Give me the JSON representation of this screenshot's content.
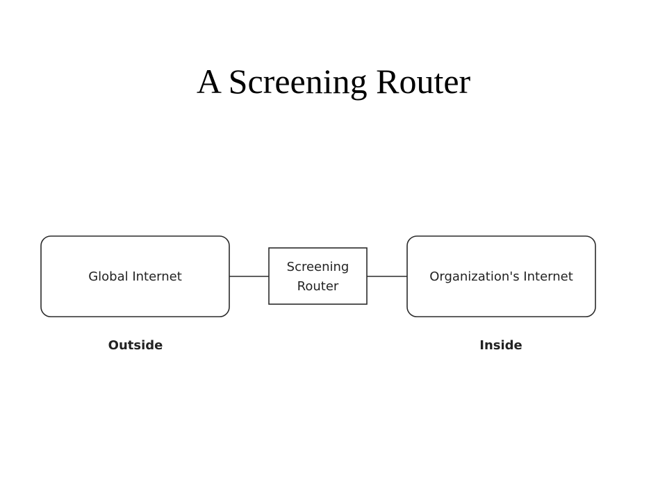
{
  "slide": {
    "title": "A Screening Router"
  },
  "diagram": {
    "nodes": {
      "global_internet": "Global Internet",
      "screening_router_line1": "Screening",
      "screening_router_line2": "Router",
      "organizations_internet": "Organization's Internet"
    },
    "zones": {
      "outside": "Outside",
      "inside": "Inside"
    }
  }
}
